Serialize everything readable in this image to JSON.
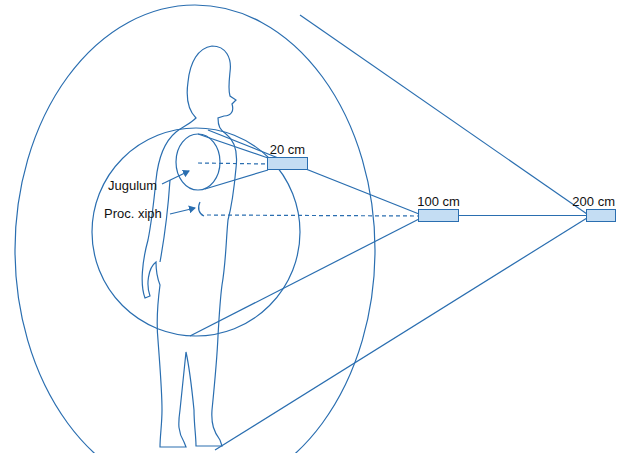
{
  "diagram": {
    "nodes": [
      {
        "text": [
          "20 cm"
        ]
      },
      {
        "text": [
          "100 cm"
        ]
      },
      {
        "text": [
          "200 cm"
        ]
      }
    ],
    "edges": [
      {
        "from": 1,
        "to": 2,
        "arrow": "none"
      }
    ],
    "labels": [
      "Jugulum",
      "Proc. xiph"
    ]
  }
}
